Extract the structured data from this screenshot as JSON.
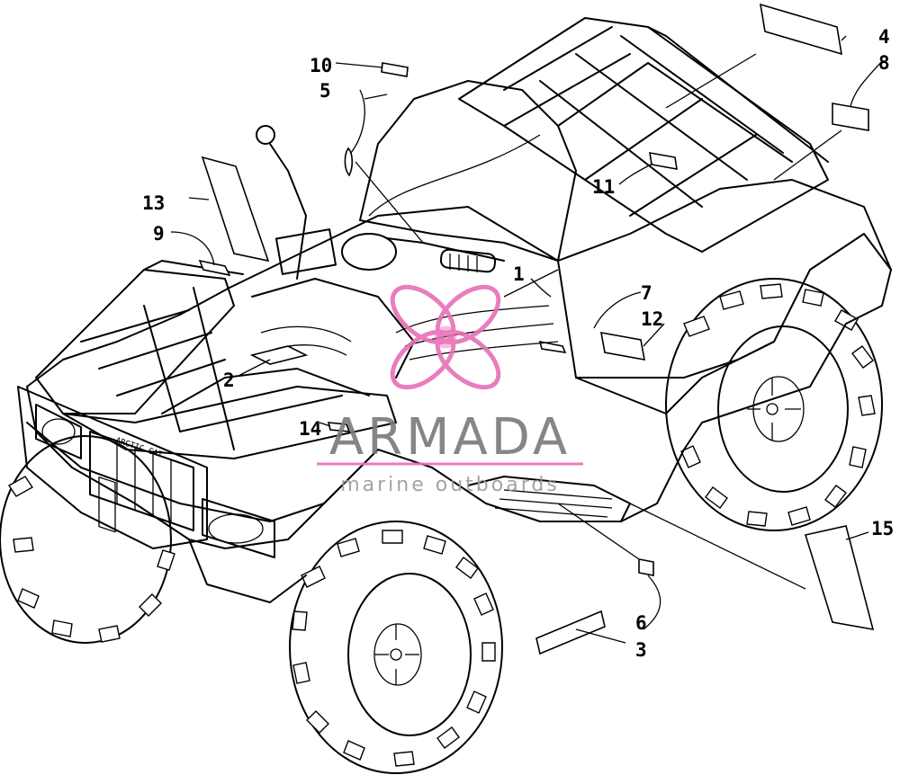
{
  "watermark": {
    "brand": "ARMADA",
    "tagline": "marine outboards",
    "accent_color": "#e76fb6",
    "text_color": "#7a7a7a"
  },
  "callouts": [
    {
      "id": "c1",
      "label": "1"
    },
    {
      "id": "c2",
      "label": "2"
    },
    {
      "id": "c3",
      "label": "3"
    },
    {
      "id": "c4",
      "label": "4"
    },
    {
      "id": "c5",
      "label": "5"
    },
    {
      "id": "c6",
      "label": "6"
    },
    {
      "id": "c7",
      "label": "7"
    },
    {
      "id": "c8",
      "label": "8"
    },
    {
      "id": "c9",
      "label": "9"
    },
    {
      "id": "c10",
      "label": "10"
    },
    {
      "id": "c11",
      "label": "11"
    },
    {
      "id": "c12",
      "label": "12"
    },
    {
      "id": "c13",
      "label": "13"
    },
    {
      "id": "c14",
      "label": "14"
    },
    {
      "id": "c15",
      "label": "15"
    }
  ],
  "grille_badge": "ARCTIC CAT"
}
